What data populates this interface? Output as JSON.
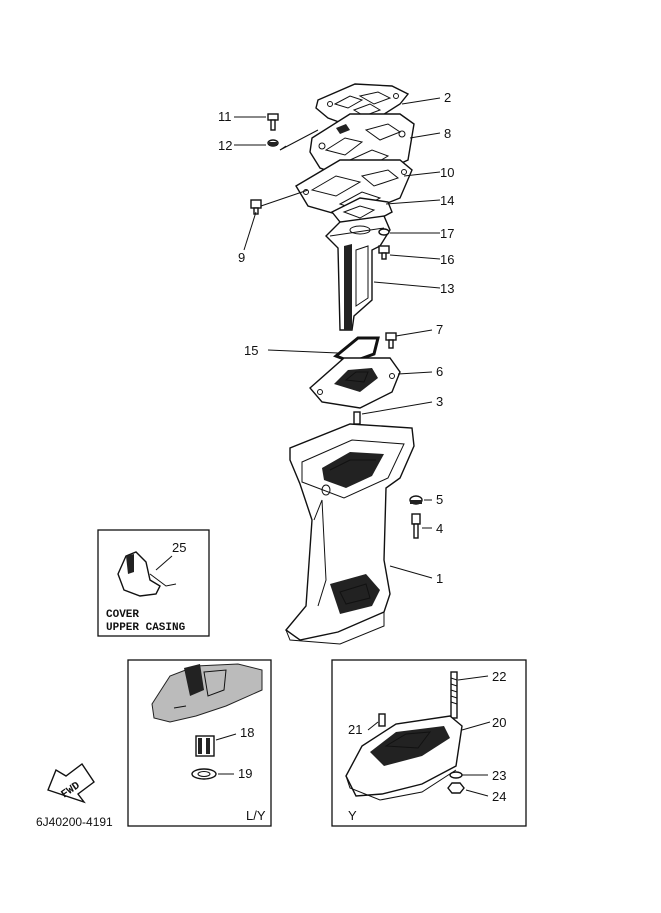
{
  "callouts": {
    "c1": "1",
    "c2": "2",
    "c3": "3",
    "c4": "4",
    "c5": "5",
    "c6": "6",
    "c7": "7",
    "c8": "8",
    "c9": "9",
    "c10": "10",
    "c11": "11",
    "c12": "12",
    "c13": "13",
    "c14": "14",
    "c15": "15",
    "c16": "16",
    "c17": "17",
    "c18": "18",
    "c19": "19",
    "c20": "20",
    "c21": "21",
    "c22": "22",
    "c23": "23",
    "c24": "24",
    "c25": "25"
  },
  "cover_box": {
    "line1": "COVER",
    "line2": "UPPER CASING"
  },
  "ly_box": {
    "label": "L/Y"
  },
  "y_box": {
    "label": "Y"
  },
  "fwd_arrow": {
    "label": "FWD"
  },
  "diagram_code": "6J40200-4191"
}
